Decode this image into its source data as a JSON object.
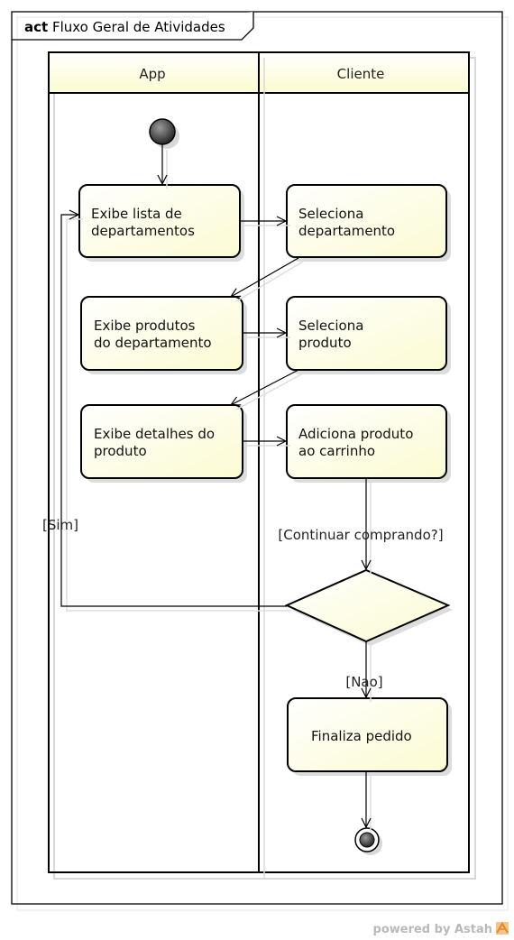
{
  "diagram": {
    "frame_kind": "act",
    "frame_title": "Fluxo Geral de Atividades",
    "lanes": [
      "App",
      "Cliente"
    ],
    "actions": [
      {
        "id": "a1",
        "lines": [
          "Exibe lista de",
          "departamentos"
        ]
      },
      {
        "id": "c1",
        "lines": [
          "Seleciona",
          "departamento"
        ]
      },
      {
        "id": "a2",
        "lines": [
          "Exibe produtos",
          "do departamento"
        ]
      },
      {
        "id": "c2",
        "lines": [
          "Seleciona",
          "produto"
        ]
      },
      {
        "id": "a3",
        "lines": [
          "Exibe detalhes do",
          "produto"
        ]
      },
      {
        "id": "c3",
        "lines": [
          "Adiciona produto",
          "ao carrinho"
        ]
      },
      {
        "id": "c4",
        "lines": [
          "Finaliza pedido"
        ]
      }
    ],
    "decision_label": "[Continuar comprando?]",
    "guard_yes": "[Sim]",
    "guard_no": "[Nao]",
    "colors": {
      "node_fill": "#fdfde0",
      "lane_header_fill": "#fbfbd4",
      "stroke": "#000000",
      "shadow": "#d8d8d8"
    }
  },
  "footer": {
    "credit": "powered by Astah"
  }
}
